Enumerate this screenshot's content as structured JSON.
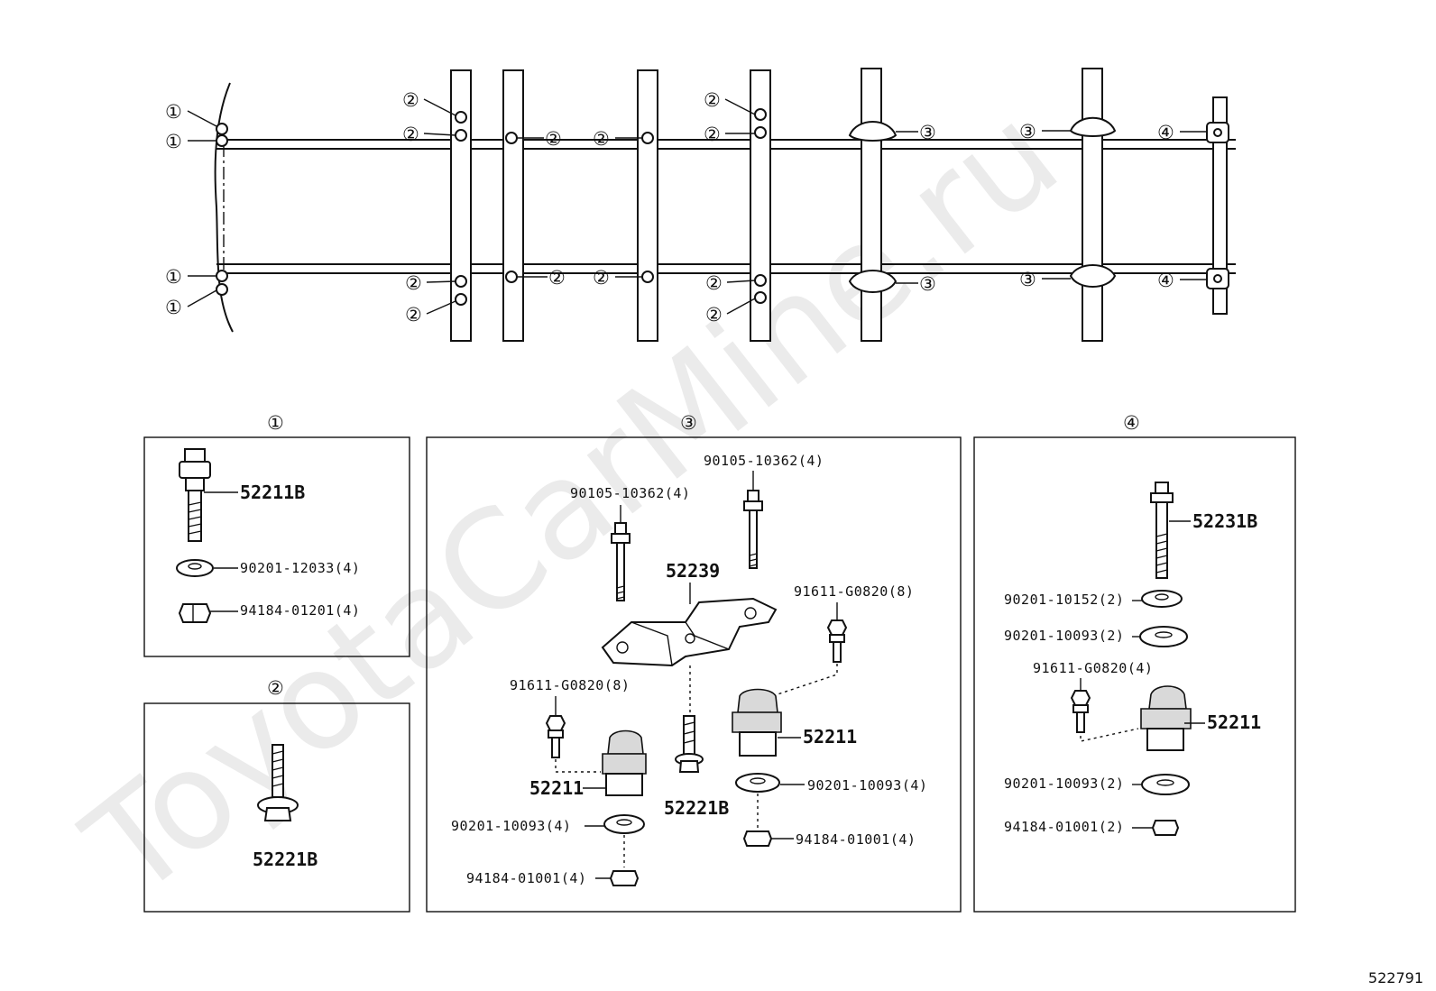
{
  "watermark": "ToyotaCarMine.ru",
  "diagram_id": "522791",
  "callouts": {
    "c1": "①",
    "c2": "②",
    "c3": "③",
    "c4": "④"
  },
  "section_titles": {
    "s1": "①",
    "s2": "②",
    "s3": "③",
    "s4": "④"
  },
  "parts": {
    "p_52211B": "52211B",
    "p_90201_12033": "90201-12033(4)",
    "p_94184_01201": "94184-01201(4)",
    "p_52221B_s2": "52221B",
    "p_90105_10362_a": "90105-10362(4)",
    "p_90105_10362_b": "90105-10362(4)",
    "p_52239": "52239",
    "p_91611_G0820_8a": "91611-G0820(8)",
    "p_91611_G0820_8b": "91611-G0820(8)",
    "p_52211_s3a": "52211",
    "p_52211_s3b": "52211",
    "p_52221B_s3": "52221B",
    "p_90201_10093_s3a": "90201-10093(4)",
    "p_90201_10093_s3b": "90201-10093(4)",
    "p_94184_01001_s3a": "94184-01001(4)",
    "p_94184_01001_s3b": "94184-01001(4)",
    "p_52231B": "52231B",
    "p_90201_10152": "90201-10152(2)",
    "p_90201_10093_s4a": "90201-10093(2)",
    "p_91611_G0820_4": "91611-G0820(4)",
    "p_52211_s4": "52211",
    "p_90201_10093_s4b": "90201-10093(2)",
    "p_94184_01001_s4": "94184-01001(2)"
  }
}
